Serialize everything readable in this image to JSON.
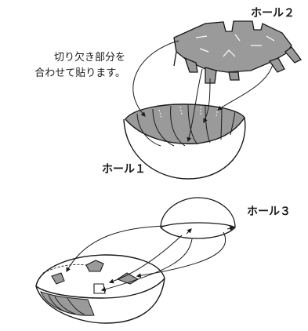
{
  "labels": {
    "hole1": "ホール１",
    "hole2": "ホール２",
    "hole3": "ホール３"
  },
  "instruction": {
    "line1": "切り欠き部分を",
    "line2": "合わせて貼ります。"
  },
  "colors": {
    "outline": "#1a1a1a",
    "shade": "#9a9a9a",
    "paper": "#ffffff"
  }
}
